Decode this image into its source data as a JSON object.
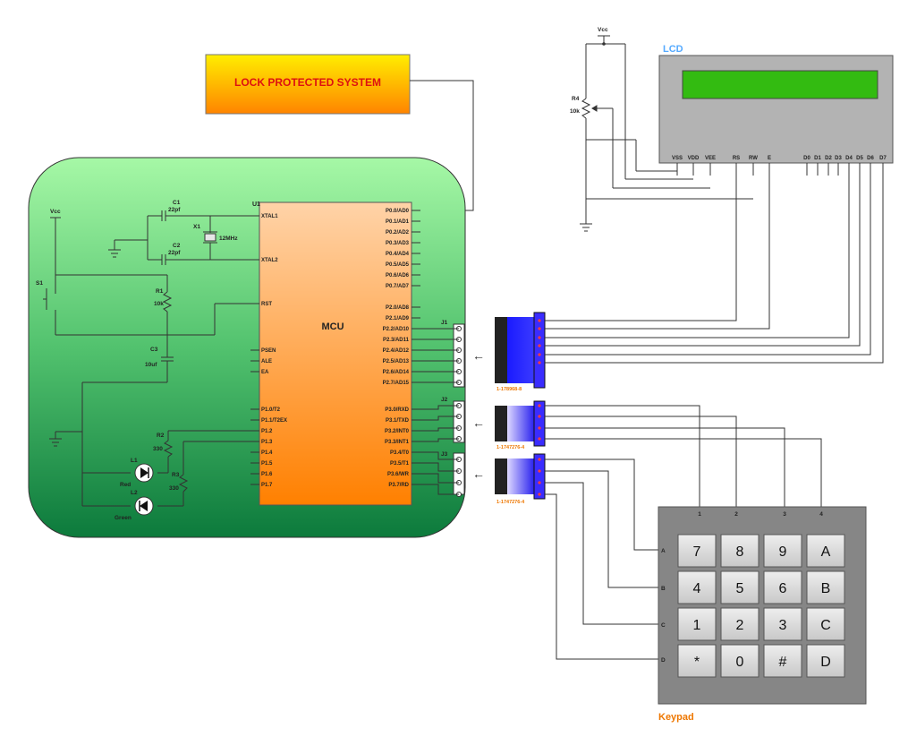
{
  "title_box": {
    "label": "LOCK PROTECTED SYSTEM"
  },
  "mcu": {
    "ref": "U1",
    "label": "MCU",
    "left_pins": [
      "XTAL1",
      "XTAL2",
      "RST",
      "PSEN",
      "ALE",
      "EA",
      "P1.0/T2",
      "P1.1/T2EX",
      "P1.2",
      "P1.3",
      "P1.4",
      "P1.5",
      "P1.6",
      "P1.7"
    ],
    "right_pins": [
      "P0.0/AD0",
      "P0.1/AD1",
      "P0.2/AD2",
      "P0.3/AD3",
      "P0.4/AD4",
      "P0.5/AD5",
      "P0.6/AD6",
      "P0.7/AD7",
      "P2.0/AD8",
      "P2.1/AD9",
      "P2.2/AD10",
      "P2.3/AD11",
      "P2.4/AD12",
      "P2.5/AD13",
      "P2.6/AD14",
      "P2.7/AD15",
      "P3.0/RXD",
      "P3.1/TXD",
      "P3.2/INT0",
      "P3.3/INT1",
      "P3.4/T0",
      "P3.5/T1",
      "P3.6/WR",
      "P3.7/RD"
    ]
  },
  "components": {
    "vcc_left": "Vcc",
    "vcc_top": "Vcc",
    "s1": "S1",
    "c1_ref": "C1",
    "c1_val": "22pf",
    "c2_ref": "C2",
    "c2_val": "22pf",
    "x1_ref": "X1",
    "x1_val": "12MHz",
    "r1_ref": "R1",
    "r1_val": "10k",
    "c3_ref": "C3",
    "c3_val": "10uf",
    "r2_ref": "R2",
    "r2_val": "330",
    "r3_ref": "R3",
    "r3_val": "330",
    "l1_ref": "L1",
    "l1_val": "Red",
    "l2_ref": "L2",
    "l2_val": "Green",
    "r4_ref": "R4",
    "r4_val": "10k"
  },
  "connectors": {
    "j1": "J1",
    "j2": "J2",
    "j3": "J3",
    "p1": "1-178968-8",
    "p2": "1-1747276-4",
    "p3": "1-1747276-4",
    "arrow": "←"
  },
  "lcd": {
    "label": "LCD",
    "pins": [
      "VSS",
      "VDD",
      "VEE",
      "RS",
      "RW",
      "E",
      "D0",
      "D1",
      "D2",
      "D3",
      "D4",
      "D5",
      "D6",
      "D7"
    ]
  },
  "keypad": {
    "label": "Keypad",
    "cols": [
      "1",
      "2",
      "3",
      "4"
    ],
    "rows": [
      "A",
      "B",
      "C",
      "D"
    ],
    "keys": [
      "7",
      "8",
      "9",
      "A",
      "4",
      "5",
      "6",
      "B",
      "1",
      "2",
      "3",
      "C",
      "*",
      "0",
      "#",
      "D"
    ]
  },
  "colors": {
    "wire": "#2b2b2b",
    "mcu_top": "#ffcf9f",
    "mcu_bottom": "#ff7f00",
    "board_top": "#a3f7a3",
    "board_bottom": "#0a7a3a",
    "lcd_screen": "#33bb11",
    "lcd_case": "#b3b3b3",
    "keypad_body": "#858585",
    "orange_label": "#ee7700",
    "lcd_label": "#55aaff"
  }
}
